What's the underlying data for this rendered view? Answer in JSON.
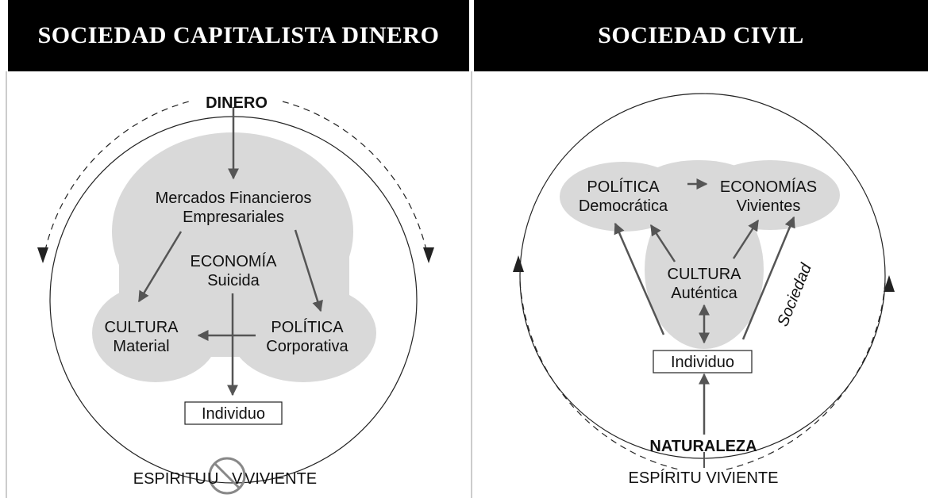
{
  "left_panel": {
    "title": "SOCIEDAD CAPITALISTA DINERO",
    "top_label": "DINERO",
    "markets_line1": "Mercados Financieros",
    "markets_line2": "Empresariales",
    "economy_line1": "ECONOMÍA",
    "economy_line2": "Suicida",
    "culture_line1": "CULTURA",
    "culture_line2": "Material",
    "politics_line1": "POLÍTICA",
    "politics_line2": "Corporativa",
    "individual": "Individuo",
    "bottom_left": "ESPIRITU",
    "bottom_right": "VIVIENTE"
  },
  "right_panel": {
    "title": "SOCIEDAD CIVIL",
    "politics_line1": "POLÍTICA",
    "politics_line2": "Democrática",
    "economies_line1": "ECONOMÍAS",
    "economies_line2": "Vivientes",
    "culture_line1": "CULTURA",
    "culture_line2": "Auténtica",
    "society": "Sociedad",
    "individual": "Individuo",
    "nature": "NATURALEZA",
    "bottom": "ESPÍRITU VIVIENTE"
  },
  "colors": {
    "header_bg": "#000000",
    "header_text": "#ffffff",
    "blob_fill": "#d9d9d9",
    "arrow": "#555555",
    "no_symbol": "#888888"
  }
}
